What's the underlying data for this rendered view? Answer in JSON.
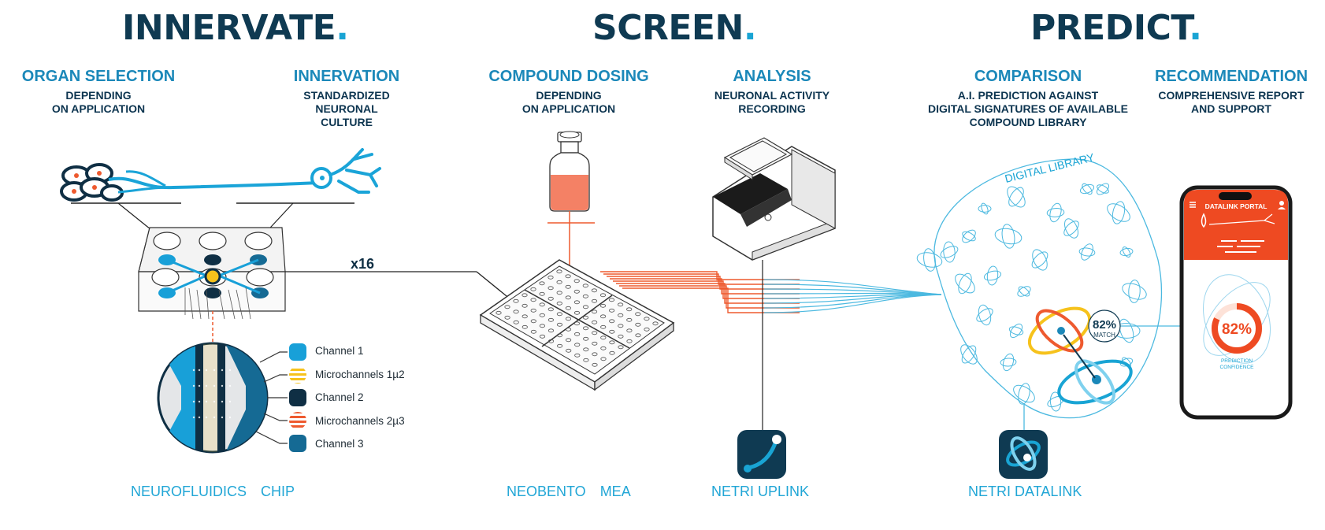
{
  "stages": [
    {
      "title": "INNERVATE",
      "dot": "."
    },
    {
      "title": "SCREEN",
      "dot": "."
    },
    {
      "title": "PREDICT",
      "dot": "."
    }
  ],
  "steps": [
    {
      "title": "ORGAN SELECTION",
      "desc": [
        "DEPENDING",
        "ON APPLICATION"
      ]
    },
    {
      "title": "INNERVATION",
      "desc": [
        "STANDARDIZED",
        "NEURONAL",
        "CULTURE"
      ]
    },
    {
      "title": "COMPOUND DOSING",
      "desc": [
        "DEPENDING",
        "ON APPLICATION"
      ]
    },
    {
      "title": "ANALYSIS",
      "desc": [
        "NEURONAL ACTIVITY",
        "RECORDING"
      ]
    },
    {
      "title": "COMPARISON",
      "desc": [
        "A.I.  PREDICTION AGAINST",
        "DIGITAL SIGNATURES OF AVAILABLE",
        "COMPOUND LIBRARY"
      ]
    },
    {
      "title": "RECOMMENDATION",
      "desc": [
        "COMPREHENSIVE REPORT",
        "AND SUPPORT"
      ]
    }
  ],
  "multiplier": "x16",
  "legend": [
    {
      "label": "Channel 1",
      "color": "#18a0d8",
      "pattern": "solid"
    },
    {
      "label": "Microchannels 1µ2",
      "color": "#f6c21c",
      "pattern": "stripes"
    },
    {
      "label": "Channel 2",
      "color": "#0f2f44",
      "pattern": "solid"
    },
    {
      "label": "Microchannels 2µ3",
      "color": "#ee5a2f",
      "pattern": "stripes"
    },
    {
      "label": "Channel 3",
      "color": "#156a94",
      "pattern": "solid"
    }
  ],
  "products": [
    {
      "name": "NEUROFLUIDICS",
      "suffix": "CHIP"
    },
    {
      "name": "NEOBENTO",
      "suffix": "MEA"
    },
    {
      "name": "NETRI UPLINK"
    },
    {
      "name": "NETRI DATALINK"
    }
  ],
  "library_label": "DIGITAL LIBRARY",
  "match": {
    "value": "82%",
    "label": "MATCH"
  },
  "phone": {
    "title": "DATALINK PORTAL",
    "confidence_value": "82%",
    "confidence_label": [
      "PREDICTION",
      "CONFIDENCE"
    ],
    "confidence_fraction": 0.82
  },
  "colors": {
    "navy": "#0f3a52",
    "accent": "#19a4d4",
    "orange": "#ee5a2f",
    "yellow": "#f6c21c"
  }
}
